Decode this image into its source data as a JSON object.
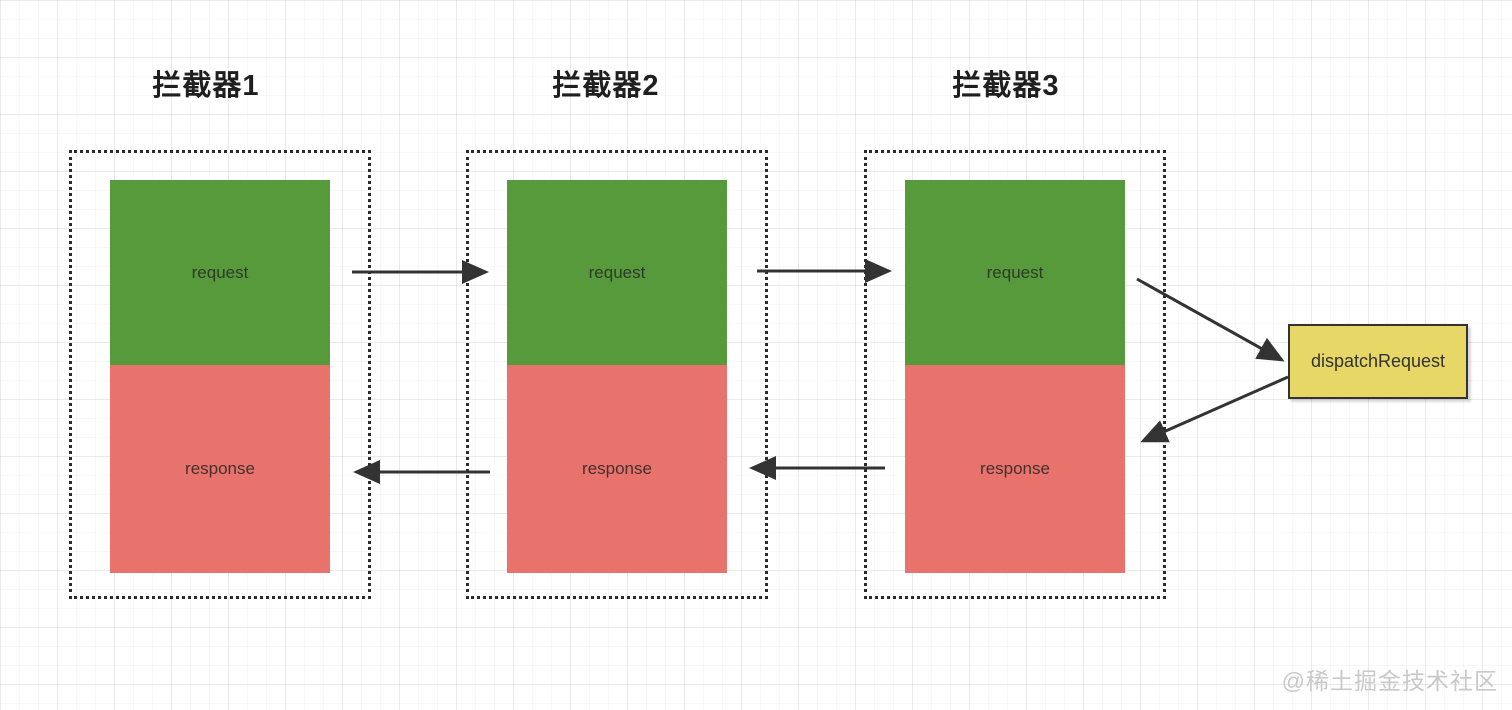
{
  "colors": {
    "request-green": "#579a3b",
    "response-red": "#e8736d",
    "dispatch-yellow": "#e7d767",
    "arrow-dark": "#333333",
    "watermark-gray": "#c9c9c9"
  },
  "interceptors": [
    {
      "title": "拦截器1",
      "request_label": "request",
      "response_label": "response"
    },
    {
      "title": "拦截器2",
      "request_label": "request",
      "response_label": "response"
    },
    {
      "title": "拦截器3",
      "request_label": "request",
      "response_label": "response"
    }
  ],
  "dispatch": {
    "label": "dispatchRequest"
  },
  "watermark": {
    "text": "@稀土掘金技术社区"
  }
}
